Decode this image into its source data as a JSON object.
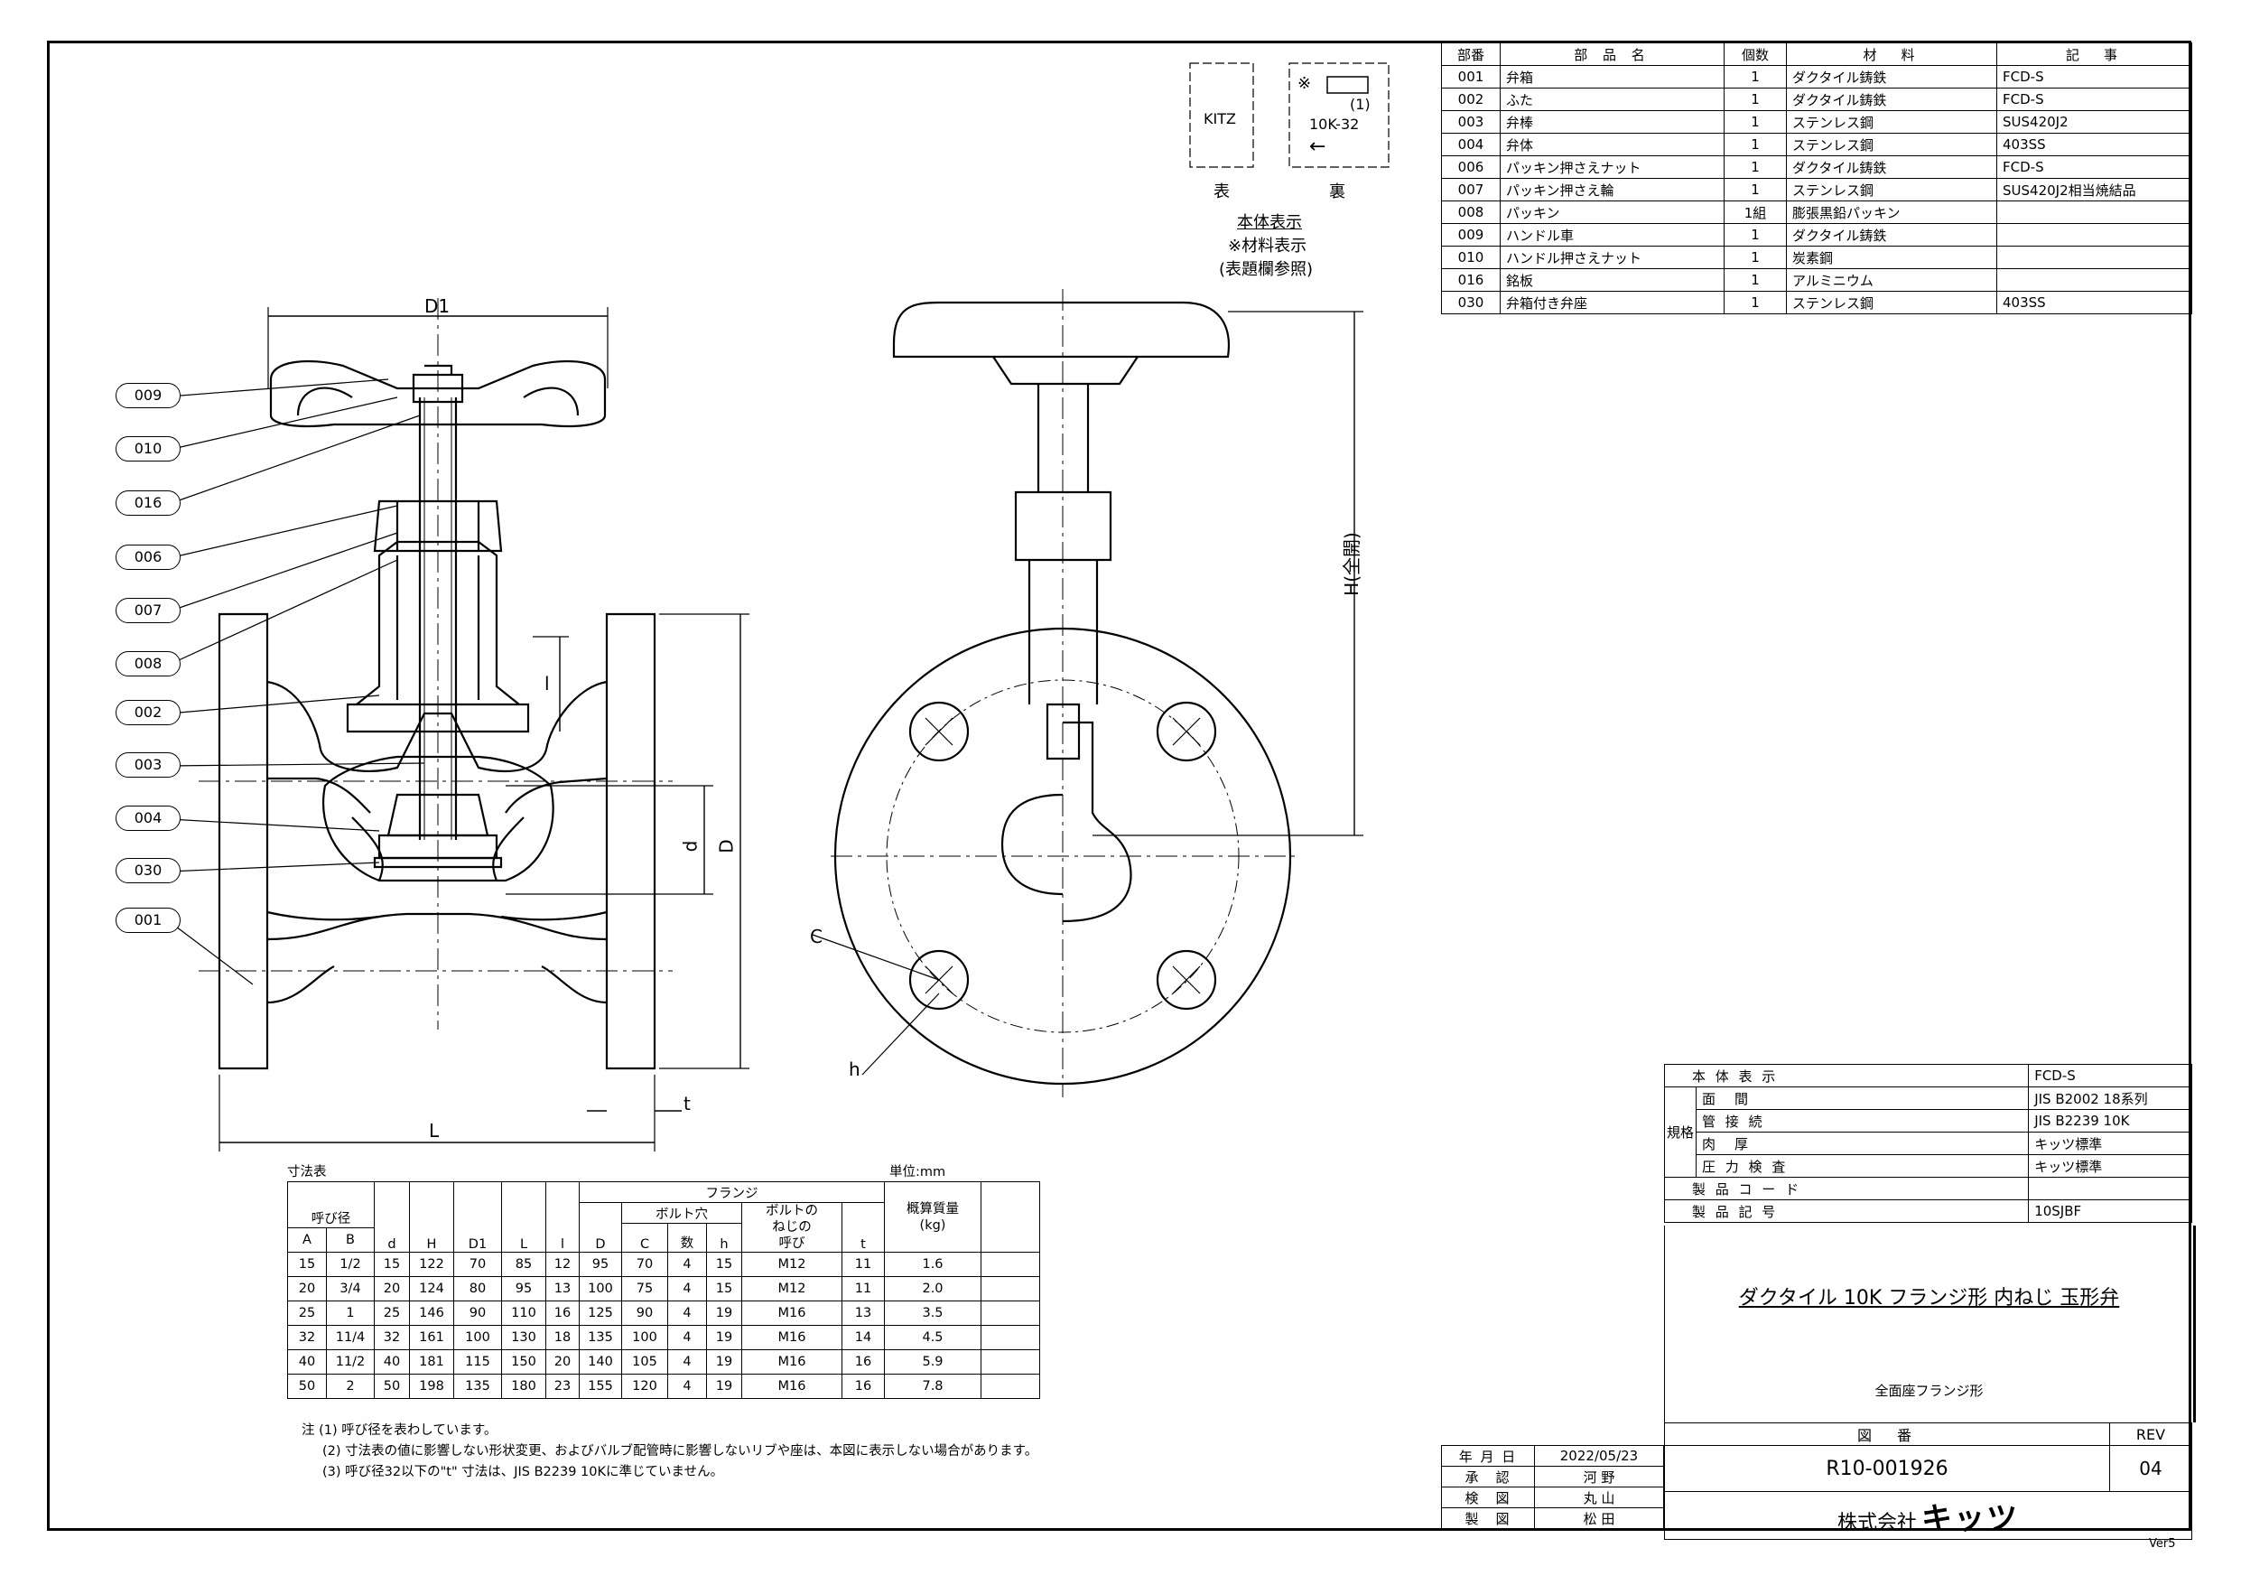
{
  "parts_table": {
    "headers": [
      "部番",
      "部 品 名",
      "個数",
      "材　料",
      "記　事"
    ],
    "rows": [
      [
        "001",
        "弁箱",
        "1",
        "ダクタイル鋳鉄",
        "FCD-S"
      ],
      [
        "002",
        "ふた",
        "1",
        "ダクタイル鋳鉄",
        "FCD-S"
      ],
      [
        "003",
        "弁棒",
        "1",
        "ステンレス鋼",
        "SUS420J2"
      ],
      [
        "004",
        "弁体",
        "1",
        "ステンレス鋼",
        "403SS"
      ],
      [
        "006",
        "パッキン押さえナット",
        "1",
        "ダクタイル鋳鉄",
        "FCD-S"
      ],
      [
        "007",
        "パッキン押さえ輪",
        "1",
        "ステンレス鋼",
        "SUS420J2相当焼結品"
      ],
      [
        "008",
        "パッキン",
        "1組",
        "膨張黒鉛パッキン",
        ""
      ],
      [
        "009",
        "ハンドル車",
        "1",
        "ダクタイル鋳鉄",
        ""
      ],
      [
        "010",
        "ハンドル押さえナット",
        "1",
        "炭素鋼",
        ""
      ],
      [
        "016",
        "銘板",
        "1",
        "アルミニウム",
        ""
      ],
      [
        "030",
        "弁箱付き弁座",
        "1",
        "ステンレス鋼",
        "403SS"
      ]
    ]
  },
  "marking": {
    "front_text": "KITZ",
    "front_label": "表",
    "back_mark": "※",
    "back_num": "(1)",
    "back_size": "10K-32",
    "back_arrow": "←",
    "back_label": "裏",
    "caption1": "本体表示",
    "caption2": "※材料表示",
    "caption3": "(表題欄参照)"
  },
  "callouts": [
    "009",
    "010",
    "016",
    "006",
    "007",
    "008",
    "002",
    "003",
    "004",
    "030",
    "001"
  ],
  "dim_labels": {
    "D1": "D1",
    "H": "H(全開)",
    "l": "l",
    "d": "d",
    "D": "D",
    "L": "L",
    "t": "t",
    "C": "C",
    "h": "h"
  },
  "dims_table": {
    "title": "寸法表",
    "unit": "単位:mm",
    "flange_header": "フランジ",
    "bolt_header": "ボルト穴",
    "size_header": "呼び径",
    "thread_header": "ボルトの\nねじの\n呼び",
    "mass_header": "概算質量\n(kg)",
    "cols": [
      "A",
      "B",
      "d",
      "H",
      "D1",
      "L",
      "l",
      "D",
      "C",
      "数",
      "h",
      "呼び",
      "t"
    ],
    "rows": [
      [
        "15",
        "1/2",
        "15",
        "122",
        "70",
        "85",
        "12",
        "95",
        "70",
        "4",
        "15",
        "M12",
        "11",
        "1.6"
      ],
      [
        "20",
        "3/4",
        "20",
        "124",
        "80",
        "95",
        "13",
        "100",
        "75",
        "4",
        "15",
        "M12",
        "11",
        "2.0"
      ],
      [
        "25",
        "1",
        "25",
        "146",
        "90",
        "110",
        "16",
        "125",
        "90",
        "4",
        "19",
        "M16",
        "13",
        "3.5"
      ],
      [
        "32",
        "11/4",
        "32",
        "161",
        "100",
        "130",
        "18",
        "135",
        "100",
        "4",
        "19",
        "M16",
        "14",
        "4.5"
      ],
      [
        "40",
        "11/2",
        "40",
        "181",
        "115",
        "150",
        "20",
        "140",
        "105",
        "4",
        "19",
        "M16",
        "16",
        "5.9"
      ],
      [
        "50",
        "2",
        "50",
        "198",
        "135",
        "180",
        "23",
        "155",
        "120",
        "4",
        "19",
        "M16",
        "16",
        "7.8"
      ]
    ]
  },
  "notes": [
    "注 (1) 呼び径を表わしています。",
    "(2) 寸法表の値に影響しない形状変更、およびバルブ配管時に影響しないリブや座は、本図に表示しない場合があります。",
    "(3) 呼び径32以下の\"t\" 寸法は、JIS B2239 10Kに準じていません。"
  ],
  "spec": {
    "rows": [
      [
        "本 体 表 示",
        "FCD-S"
      ],
      [
        "面　間",
        "JIS B2002 18系列"
      ],
      [
        "管 接 続",
        "JIS B2239 10K"
      ],
      [
        "肉　厚",
        "キッツ標準"
      ],
      [
        "圧 力 検 査",
        "キッツ標準"
      ],
      [
        "製 品 コ ー ド",
        ""
      ],
      [
        "製 品 記 号",
        "10SJBF"
      ]
    ],
    "group_label": "規格"
  },
  "title": {
    "main": "ダクタイル 10K フランジ形 内ねじ 玉形弁",
    "sub": "全面座フランジ形"
  },
  "drawing_no": {
    "label": "図　番",
    "rev_label": "REV",
    "number": "R10-001926",
    "rev": "04",
    "company": "株式会社",
    "logo": "キッツ"
  },
  "approvals": [
    [
      "年 月 日",
      "2022/05/23"
    ],
    [
      "承　認",
      "河 野"
    ],
    [
      "検　図",
      "丸 山"
    ],
    [
      "製　図",
      "松 田"
    ]
  ],
  "version": "Ver5"
}
